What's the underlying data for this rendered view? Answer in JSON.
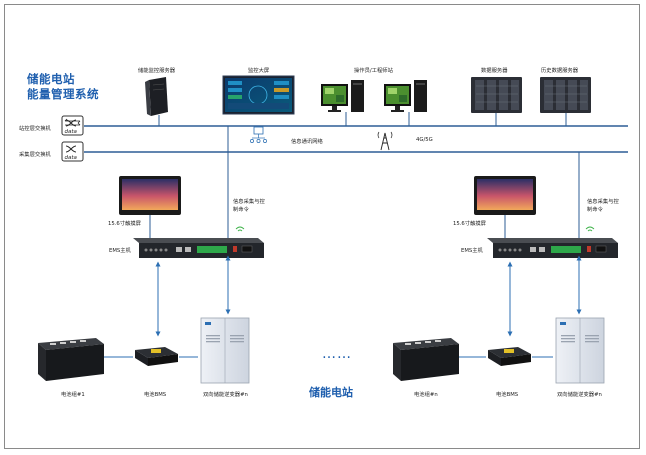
{
  "title": {
    "line1": "储能电站",
    "line2": "能量管理系统"
  },
  "switches": {
    "station_switch": "站控层交换机",
    "collect_switch": "采集层交换机",
    "switch_icon_text": "data"
  },
  "top_devices": {
    "monitor_server": "储能监控服务器",
    "big_screen": "监控大屏",
    "workstation": "操作员/工程师站",
    "data_server": "数据服务器",
    "history_server": "历史数据服务器",
    "comm_gateway": "信息通讯网络",
    "cellular": "4G/5G"
  },
  "units": [
    {
      "touchscreen": "15.6寸触摸屏",
      "ems": "EMS主机",
      "collect_ctrl": "信息采集与控制命令",
      "battery": "电池组#1",
      "bms": "电池BMS",
      "pcs": "双向储能逆变器#n"
    },
    {
      "touchscreen": "15.6寸触摸屏",
      "ems": "EMS主机",
      "collect_ctrl": "信息采集与控制命令",
      "battery": "电池组#n",
      "bms": "电池BMS",
      "pcs": "双向储能逆变器#n"
    }
  ],
  "bottom_label": "储能电站",
  "ellipsis": "……",
  "colors": {
    "accent": "#1f5fae",
    "bus": "#2d5d95",
    "link": "#2c6fb3"
  }
}
